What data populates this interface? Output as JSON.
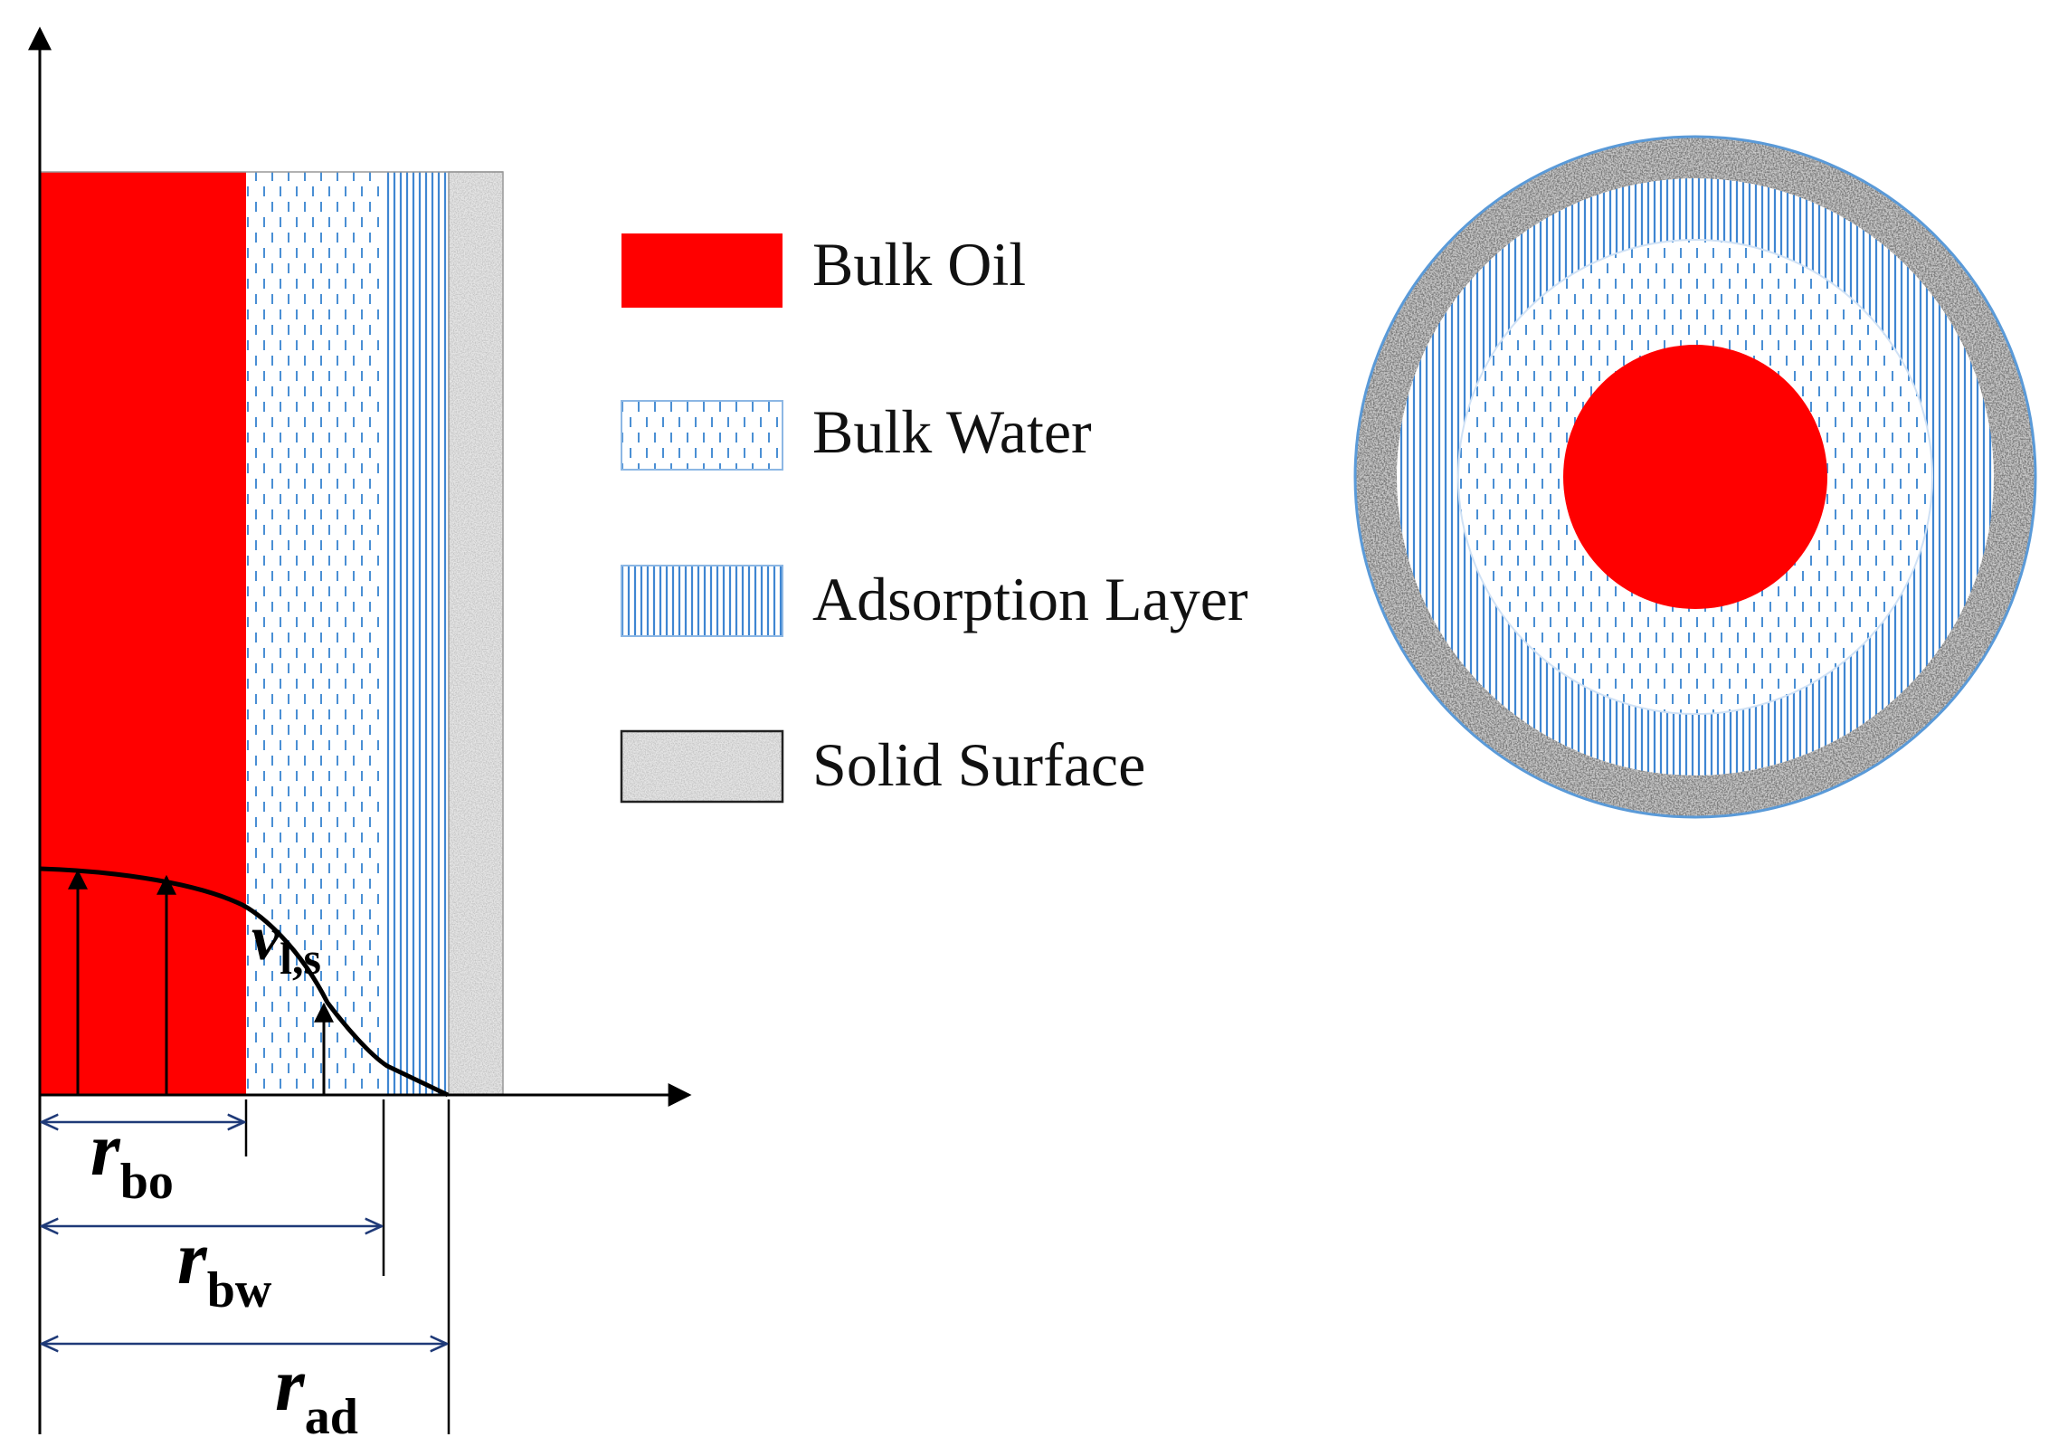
{
  "colors": {
    "bulk_oil": "#ff0000",
    "bulk_water_dash": "#4a8fd4",
    "adsorption_line": "#3f86d2",
    "solid_surface": "#c9c9c9",
    "dimension_arrow": "#1f3a78",
    "axis": "#000000"
  },
  "legend": {
    "items": [
      {
        "key": "bulk_oil",
        "label": "Bulk Oil"
      },
      {
        "key": "bulk_water",
        "label": "Bulk Water"
      },
      {
        "key": "adsorption",
        "label": "Adsorption Layer"
      },
      {
        "key": "solid",
        "label": "Solid Surface"
      }
    ]
  },
  "labels": {
    "velocity": {
      "main": "v",
      "sub": "l,s"
    },
    "r_bo": {
      "main": "r",
      "sub": "bo"
    },
    "r_bw": {
      "main": "r",
      "sub": "bw"
    },
    "r_ad": {
      "main": "r",
      "sub": "ad"
    }
  }
}
